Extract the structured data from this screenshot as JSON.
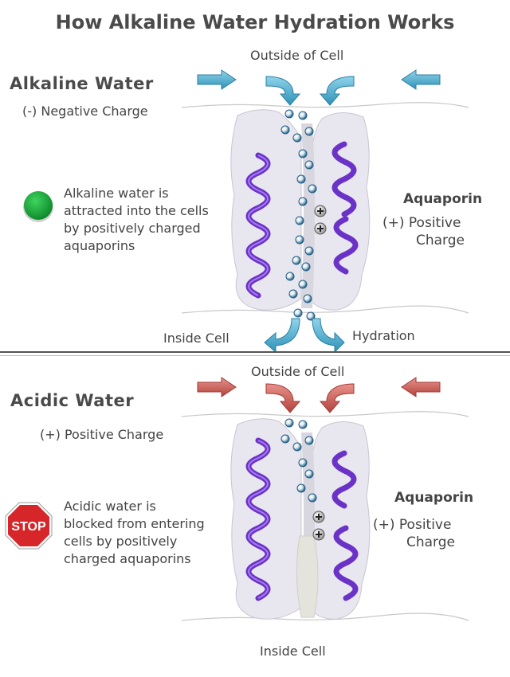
{
  "title": "How Alkaline Water Hydration Works",
  "alkaline": {
    "heading": "Alkaline Water",
    "charge": "(-) Negative Charge",
    "outside": "Outside of Cell",
    "description_lines": [
      "Alkaline water is",
      "attracted into the cells",
      "by positively charged",
      "aquaporins"
    ],
    "aquaporin": "Aquaporin",
    "positive_line1": "(+) Positive",
    "positive_line2": "Charge",
    "inside": "Inside Cell",
    "hydration": "Hydration",
    "indicator_icon": "green-circle-icon",
    "arrow_color": "#4fb0cf",
    "indicator_color": "#1fa23c"
  },
  "acidic": {
    "heading": "Acidic Water",
    "charge": "(+) Positive Charge",
    "outside": "Outside of Cell",
    "description_lines": [
      "Acidic water is",
      "blocked from entering",
      "cells by positively",
      "charged aquaporins"
    ],
    "aquaporin": "Aquaporin",
    "positive_line1": "(+) Positive",
    "positive_line2": "Charge",
    "inside": "Inside Cell",
    "stop_sign_text": "STOP",
    "indicator_icon": "stop-sign-icon",
    "arrow_color": "#c9574f",
    "stop_color": "#d6262a"
  },
  "colors": {
    "helix": "#7b3fd6",
    "protein": "#e9e7ef",
    "molecule": "#1f5e86"
  }
}
